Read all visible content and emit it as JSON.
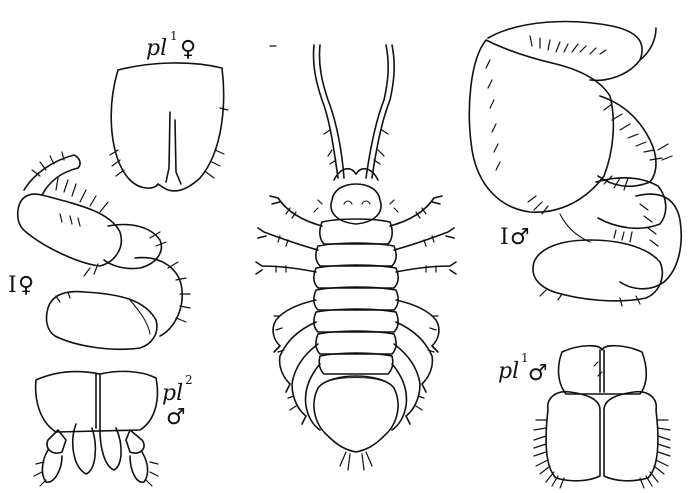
{
  "plate": {
    "figures": [
      {
        "id": "pleopod-1-female",
        "label_main": "pl",
        "label_sup": "1",
        "label_sex": "♀"
      },
      {
        "id": "gnathopod-1-female",
        "label_main": "I",
        "label_sex": "♀"
      },
      {
        "id": "pleopod-2-male",
        "label_main": "pl",
        "label_sup": "2",
        "label_sex": "♂"
      },
      {
        "id": "habitus-dorsal"
      },
      {
        "id": "gnathopod-1-male",
        "label_main": "I",
        "label_sex": "♂"
      },
      {
        "id": "pleopod-1-male",
        "label_main": "pl",
        "label_sup": "1",
        "label_sex": "♂"
      }
    ]
  },
  "style": {
    "ink": "#111111",
    "paper": "#ffffff"
  }
}
